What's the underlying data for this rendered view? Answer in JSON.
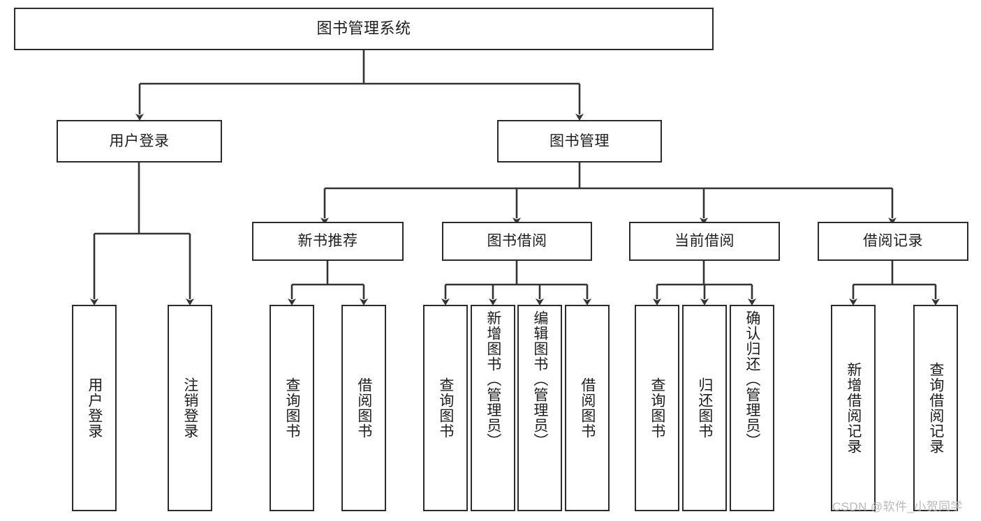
{
  "diagram": {
    "title": "图书管理系统",
    "type": "tree-hierarchy-chart",
    "orientation": "top-down",
    "colors": {
      "node_border": "#2b2b2b",
      "node_fill": "#ffffff",
      "edge": "#333333",
      "text": "#1d1d1d",
      "background": "#ffffff",
      "watermark": "#b9b9b9"
    },
    "nodes": {
      "root": {
        "label": "图书管理系统",
        "level": 0,
        "text_direction": "horizontal"
      },
      "user_login": {
        "label": "用户登录",
        "level": 1,
        "text_direction": "horizontal"
      },
      "book_manage": {
        "label": "图书管理",
        "level": 1,
        "text_direction": "horizontal"
      },
      "new_book_rec": {
        "label": "新书推荐",
        "level": 2,
        "text_direction": "horizontal"
      },
      "book_borrow": {
        "label": "图书借阅",
        "level": 2,
        "text_direction": "horizontal"
      },
      "current_borrow": {
        "label": "当前借阅",
        "level": 2,
        "text_direction": "horizontal"
      },
      "borrow_record": {
        "label": "借阅记录",
        "level": 2,
        "text_direction": "horizontal"
      },
      "leaf_user_login": {
        "label": "用户登录",
        "level": 3,
        "text_direction": "vertical"
      },
      "leaf_logout": {
        "label": "注销登录",
        "level": 3,
        "text_direction": "vertical"
      },
      "leaf_query_book_rec": {
        "label": "查询图书",
        "level": 3,
        "text_direction": "vertical"
      },
      "leaf_borrow_book_rec": {
        "label": "借阅图书",
        "level": 3,
        "text_direction": "vertical"
      },
      "leaf_query_book_borrow": {
        "label": "查询图书",
        "level": 3,
        "text_direction": "vertical"
      },
      "leaf_add_book": {
        "label": "新增图书（管理员）",
        "level": 3,
        "text_direction": "vertical"
      },
      "leaf_edit_book": {
        "label": "编辑图书（管理员）",
        "level": 3,
        "text_direction": "vertical"
      },
      "leaf_borrow_book": {
        "label": "借阅图书",
        "level": 3,
        "text_direction": "vertical"
      },
      "leaf_query_book_cur": {
        "label": "查询图书",
        "level": 3,
        "text_direction": "vertical"
      },
      "leaf_return_book": {
        "label": "归还图书",
        "level": 3,
        "text_direction": "vertical"
      },
      "leaf_confirm_return": {
        "label": "确认归还（管理员）",
        "level": 3,
        "text_direction": "vertical"
      },
      "leaf_add_record": {
        "label": "新增借阅记录",
        "level": 3,
        "text_direction": "vertical"
      },
      "leaf_query_record": {
        "label": "查询借阅记录",
        "level": 3,
        "text_direction": "vertical"
      }
    },
    "edges": [
      {
        "from": "root",
        "to": "user_login"
      },
      {
        "from": "root",
        "to": "book_manage"
      },
      {
        "from": "user_login",
        "to": "leaf_user_login"
      },
      {
        "from": "user_login",
        "to": "leaf_logout"
      },
      {
        "from": "book_manage",
        "to": "new_book_rec"
      },
      {
        "from": "book_manage",
        "to": "book_borrow"
      },
      {
        "from": "book_manage",
        "to": "current_borrow"
      },
      {
        "from": "book_manage",
        "to": "borrow_record"
      },
      {
        "from": "new_book_rec",
        "to": "leaf_query_book_rec"
      },
      {
        "from": "new_book_rec",
        "to": "leaf_borrow_book_rec"
      },
      {
        "from": "book_borrow",
        "to": "leaf_query_book_borrow"
      },
      {
        "from": "book_borrow",
        "to": "leaf_add_book"
      },
      {
        "from": "book_borrow",
        "to": "leaf_edit_book"
      },
      {
        "from": "book_borrow",
        "to": "leaf_borrow_book"
      },
      {
        "from": "current_borrow",
        "to": "leaf_query_book_cur"
      },
      {
        "from": "current_borrow",
        "to": "leaf_return_book"
      },
      {
        "from": "current_borrow",
        "to": "leaf_confirm_return"
      },
      {
        "from": "borrow_record",
        "to": "leaf_add_record"
      },
      {
        "from": "borrow_record",
        "to": "leaf_query_record"
      }
    ]
  },
  "watermark": {
    "text": "CSDN @软件_小贺同学"
  }
}
